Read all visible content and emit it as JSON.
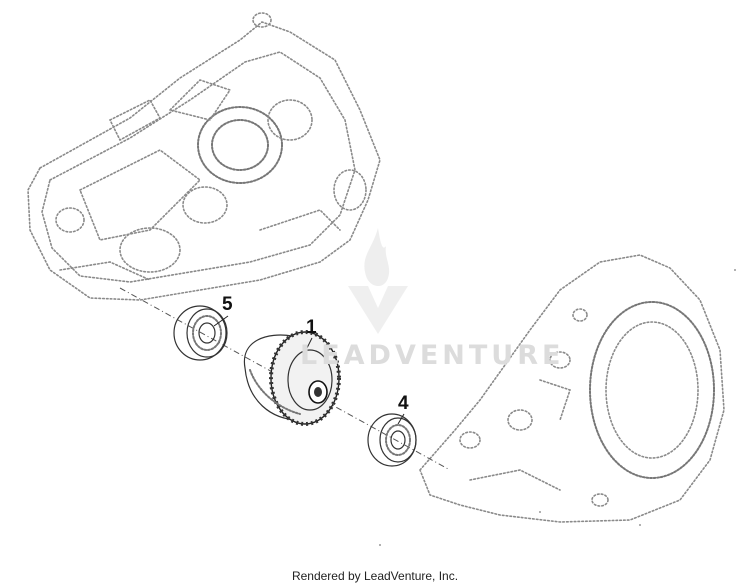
{
  "diagram": {
    "callouts": [
      {
        "id": "1",
        "label": "1"
      },
      {
        "id": "4",
        "label": "4"
      },
      {
        "id": "5",
        "label": "5"
      }
    ],
    "watermark_text": "LEADVENTURE",
    "footer_text": "Rendered by LeadVenture, Inc."
  }
}
